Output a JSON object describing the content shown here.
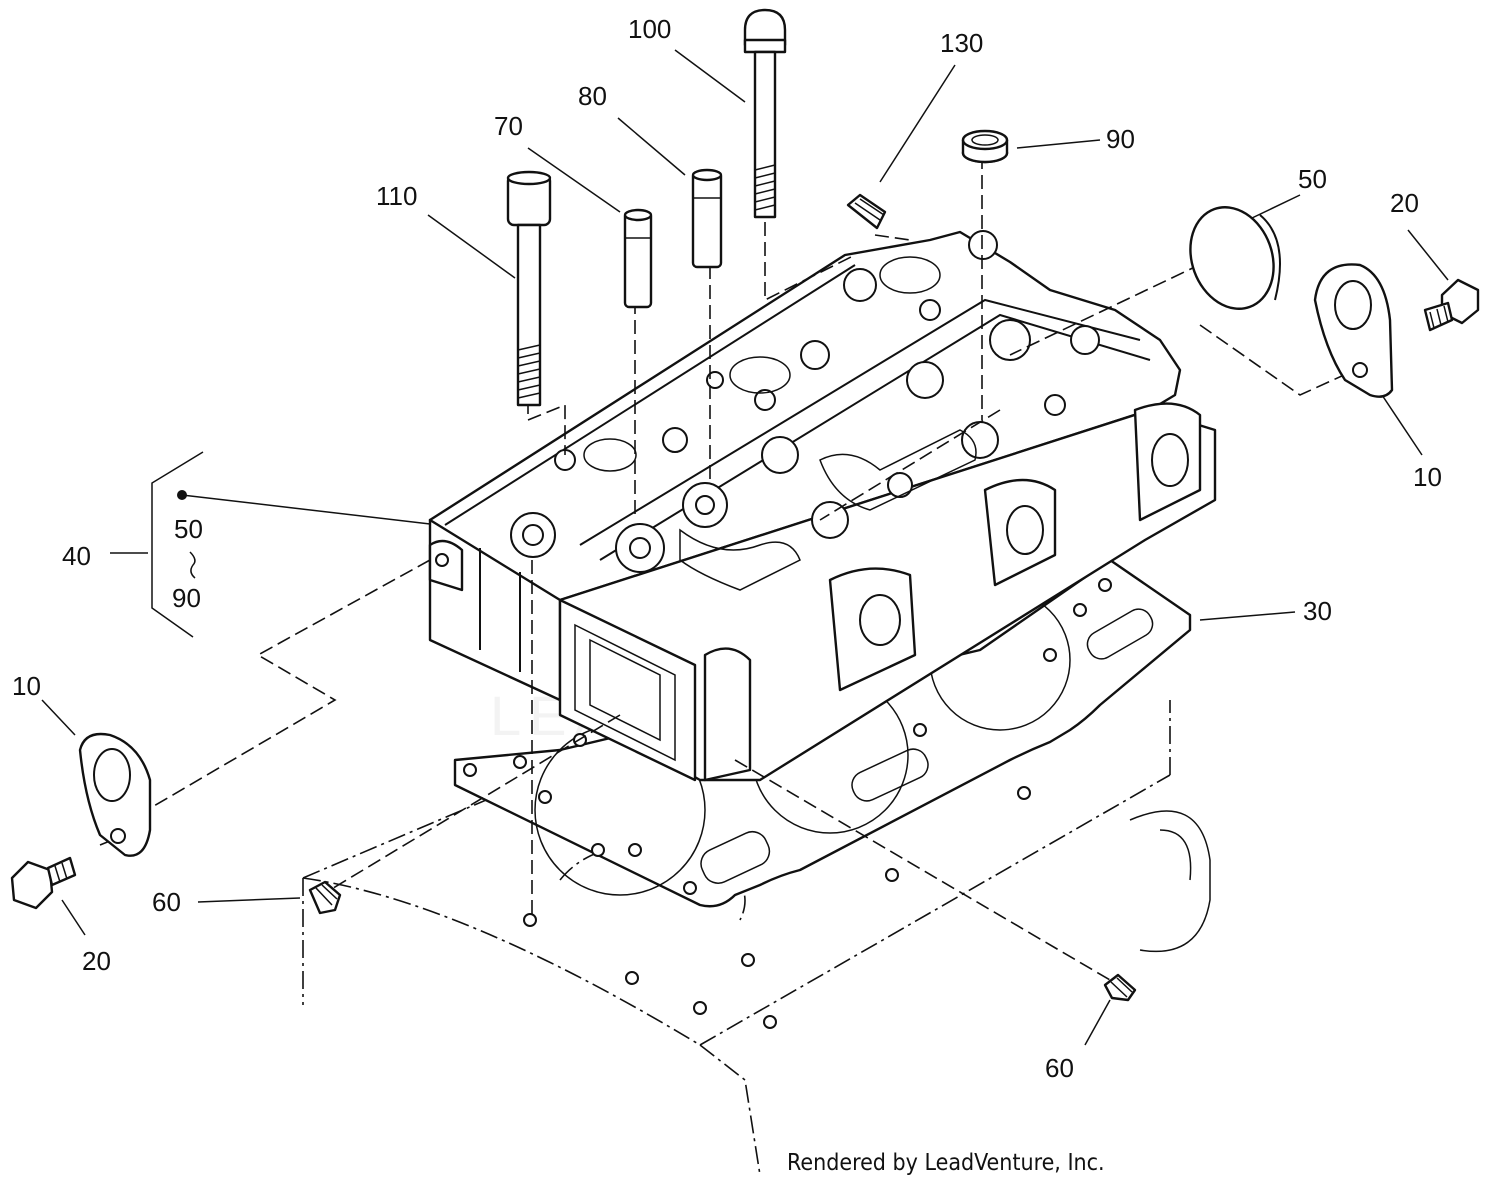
{
  "watermark": "LEADVENTURE",
  "footer": "Rendered by LeadVenture, Inc.",
  "callouts": {
    "c100": "100",
    "c130": "130",
    "c80": "80",
    "c90_top": "90",
    "c70": "70",
    "c50_top": "50",
    "c110": "110",
    "c20_right": "20",
    "c10_right": "10",
    "c40": "40",
    "c50_group": "50",
    "c90_group": "90",
    "c30": "30",
    "c10_left": "10",
    "c60_left": "60",
    "c20_left": "20",
    "c60_bottom": "60"
  }
}
